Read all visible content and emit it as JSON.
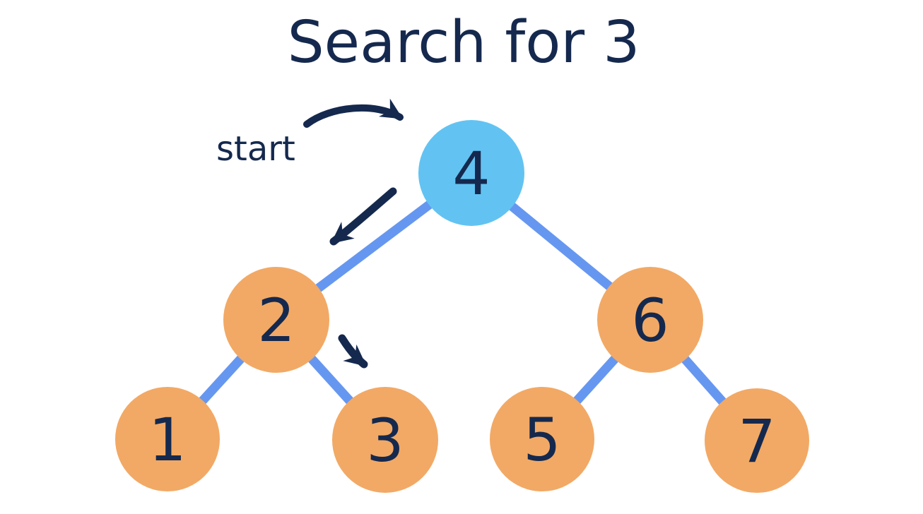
{
  "title": "Search for 3",
  "annotations": {
    "start_label": "start",
    "arrows": [
      {
        "name": "start-to-root-arrow"
      },
      {
        "name": "root-to-left-child-arrow"
      },
      {
        "name": "left-child-to-right-leaf-arrow"
      }
    ]
  },
  "colors": {
    "navy": "#15294e",
    "node_orange": "#f2a965",
    "node_blue": "#62c3f2",
    "edge_blue": "#6697f0",
    "background": "#ffffff"
  },
  "tree": {
    "type": "binary-search-tree",
    "nodes": [
      {
        "value": 4,
        "role": "root",
        "highlighted": true
      },
      {
        "value": 2,
        "role": "internal",
        "highlighted": false
      },
      {
        "value": 6,
        "role": "internal",
        "highlighted": false
      },
      {
        "value": 1,
        "role": "leaf",
        "highlighted": false
      },
      {
        "value": 3,
        "role": "leaf",
        "highlighted": false
      },
      {
        "value": 5,
        "role": "leaf",
        "highlighted": false
      },
      {
        "value": 7,
        "role": "leaf",
        "highlighted": false
      }
    ],
    "edges": [
      [
        "4",
        "2"
      ],
      [
        "4",
        "6"
      ],
      [
        "2",
        "1"
      ],
      [
        "2",
        "3"
      ],
      [
        "6",
        "5"
      ],
      [
        "6",
        "7"
      ]
    ],
    "search_path": [
      4,
      2,
      3
    ]
  }
}
